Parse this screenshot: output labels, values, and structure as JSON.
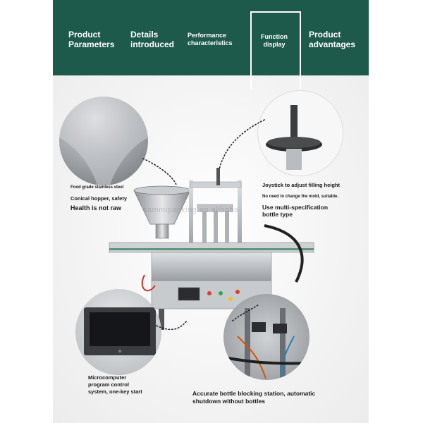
{
  "nav": {
    "items": [
      {
        "line1": "Product",
        "line2": "Parameters"
      },
      {
        "line1": "Details",
        "line2": "introduced"
      },
      {
        "line1": "Performance",
        "line2": "characteristics"
      },
      {
        "line1": "Function",
        "line2": "display"
      },
      {
        "line1": "Product",
        "line2": "advantages"
      }
    ],
    "active_index": 3
  },
  "callouts": {
    "hopper": {
      "caption": "Food grade stainless steel",
      "line1": "Conical hopper, safety",
      "line2": "Health is not raw"
    },
    "joystick": {
      "title": "Joystick to adjust filling height",
      "note": "No need to change the mold, suitable.",
      "line1": "Use multi-specification",
      "line2": "bottle type"
    },
    "control": {
      "line1": "Microcomputer",
      "line2": "program control",
      "line3": "system, one-key start"
    },
    "blocking": {
      "line1": "Accurate bottle blocking station, automatic",
      "line2": "shutdown without bottles"
    }
  },
  "watermark": "sammipacking.en.alibaba",
  "colors": {
    "header_bg": "#1e5a4b",
    "header_text": "#ffffff",
    "steel": "#b8bcc0",
    "red_button": "#e23b2e",
    "green_button": "#2fa84f",
    "yellow_button": "#f2c21a"
  }
}
